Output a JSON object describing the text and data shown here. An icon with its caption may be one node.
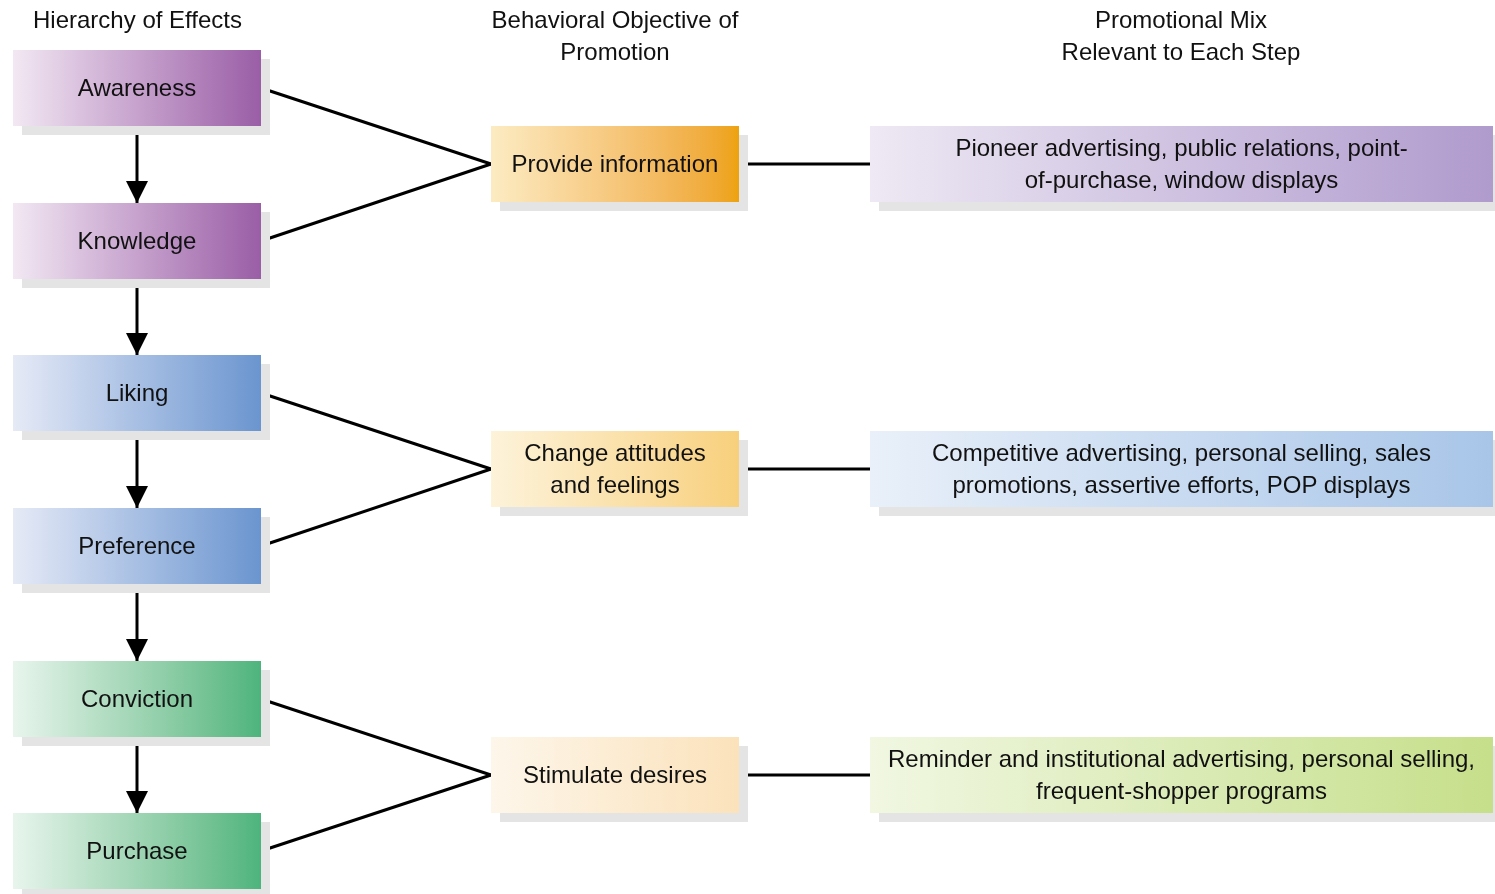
{
  "diagram": {
    "nodes": [
      {
        "text": [
          "Awareness"
        ]
      },
      {
        "text": [
          "Knowledge"
        ]
      },
      {
        "text": [
          "Liking"
        ]
      },
      {
        "text": [
          "Preference"
        ]
      },
      {
        "text": [
          "Conviction"
        ]
      },
      {
        "text": [
          "Purchase"
        ]
      },
      {
        "text": [
          "Provide information"
        ]
      },
      {
        "text": [
          "Change attitudes and feelings"
        ]
      },
      {
        "text": [
          "Stimulate desires"
        ]
      },
      {
        "text": [
          "Pioneer advertising, public relations, point-of-purchase, window displays"
        ]
      },
      {
        "text": [
          "Competitive advertising, personal selling, sales promotions, assertive efforts, POP displays"
        ]
      },
      {
        "text": [
          "Reminder and institutional advertising, personal selling, frequent-shopper programs"
        ]
      }
    ],
    "edges": [
      {
        "from": 0,
        "to": 1,
        "arrow": "to"
      },
      {
        "from": 1,
        "to": 2,
        "arrow": "to"
      },
      {
        "from": 2,
        "to": 3,
        "arrow": "to"
      },
      {
        "from": 3,
        "to": 4,
        "arrow": "to"
      },
      {
        "from": 4,
        "to": 5,
        "arrow": "to"
      },
      {
        "from": 0,
        "to": 6,
        "arrow": "none"
      },
      {
        "from": 1,
        "to": 6,
        "arrow": "none"
      },
      {
        "from": 2,
        "to": 7,
        "arrow": "none"
      },
      {
        "from": 3,
        "to": 7,
        "arrow": "none"
      },
      {
        "from": 4,
        "to": 8,
        "arrow": "none"
      },
      {
        "from": 5,
        "to": 8,
        "arrow": "none"
      },
      {
        "from": 6,
        "to": 9,
        "arrow": "none"
      },
      {
        "from": 7,
        "to": 10,
        "arrow": "none"
      },
      {
        "from": 8,
        "to": 11,
        "arrow": "none"
      }
    ],
    "labels": [
      "Hierarchy of Effects",
      "Behavioral Objective of Promotion",
      "Promotional Mix Relevant to Each Step"
    ]
  }
}
